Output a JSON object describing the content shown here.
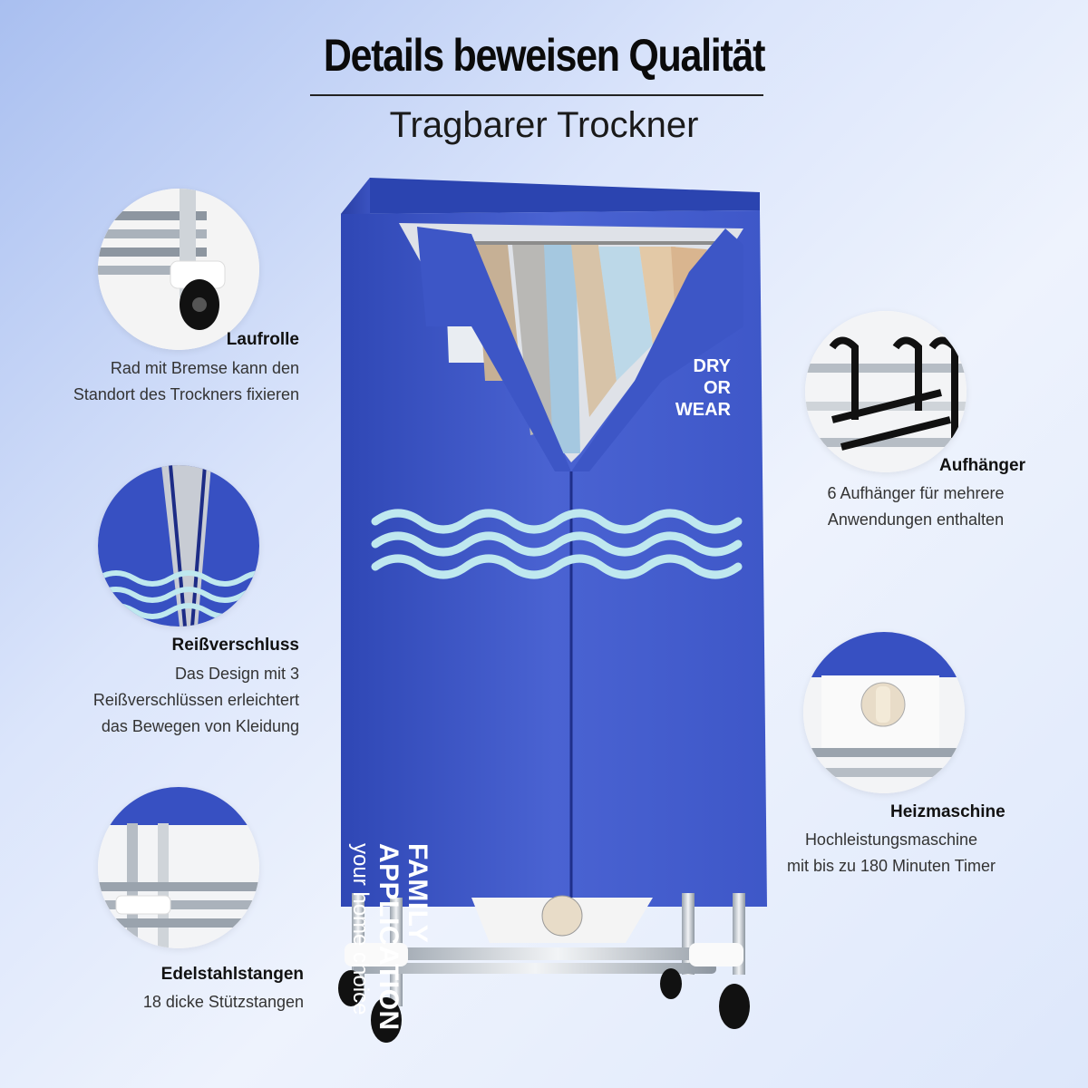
{
  "header": {
    "title": "Details beweisen Qualität",
    "subtitle": "Tragbarer Trockner"
  },
  "product": {
    "brand_line1": "FAMILY",
    "brand_line2": "APPLICATION",
    "tagline": "your home choice",
    "dry_line1": "DRY",
    "dry_line2": "OR WEAR",
    "color": "#3f58c8"
  },
  "features": {
    "wheel": {
      "title": "Laufrolle",
      "desc1": "Rad mit Bremse kann den",
      "desc2": "Standort des Trockners fixieren"
    },
    "zipper": {
      "title": "Reißverschluss",
      "desc1": "Das Design mit 3",
      "desc2": "Reißverschlüssen erleichtert",
      "desc3": "das Bewegen von Kleidung"
    },
    "rods": {
      "title": "Edelstahlstangen",
      "desc1": "18 dicke Stützstangen"
    },
    "hanger": {
      "title": "Aufhänger",
      "desc1": "6 Aufhänger für mehrere",
      "desc2": "Anwendungen enthalten"
    },
    "heater": {
      "title": "Heizmaschine",
      "desc1": "Hochleistungsmaschine",
      "desc2": "mit bis zu 180 Minuten Timer"
    }
  }
}
